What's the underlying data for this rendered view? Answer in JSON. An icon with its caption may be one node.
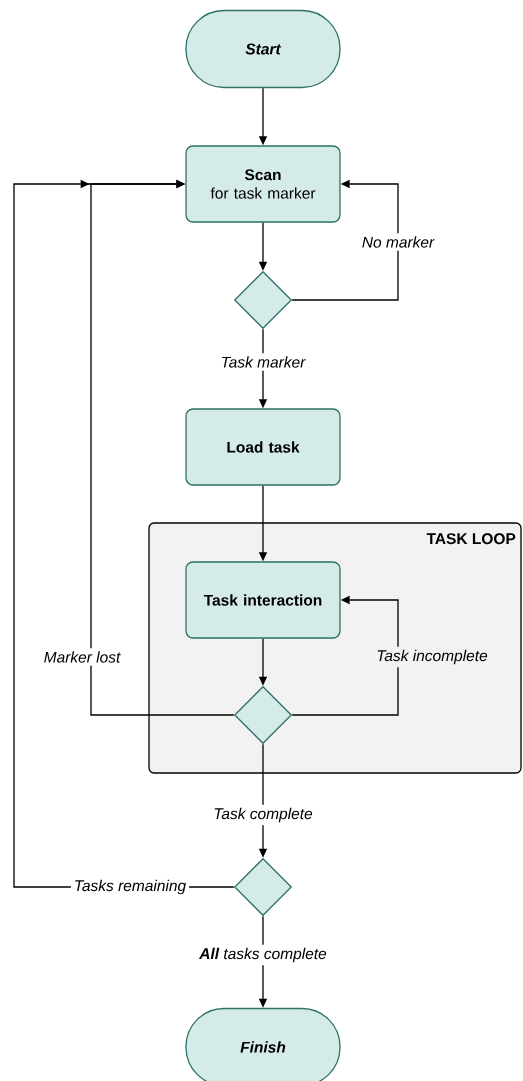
{
  "diagram": {
    "nodes": [
      {
        "text": [
          "Start"
        ]
      },
      {
        "text": [
          "Scan",
          "for task marker"
        ]
      },
      {
        "text": [],
        "shape": "diamond"
      },
      {
        "text": [
          "Load task"
        ]
      },
      {
        "text": [
          "TASK LOOP"
        ]
      },
      {
        "text": [
          "Task interaction"
        ],
        "in": 4
      },
      {
        "text": [],
        "shape": "diamond",
        "in": 4
      },
      {
        "text": [],
        "shape": "diamond"
      },
      {
        "text": [
          "Finish"
        ]
      }
    ],
    "edges": [
      {
        "from": 0,
        "to": 1,
        "arrow": "to"
      },
      {
        "from": 1,
        "to": 2,
        "arrow": "to"
      },
      {
        "from": 2,
        "to": 1,
        "arrow": "to",
        "label": "No marker"
      },
      {
        "from": 2,
        "to": 3,
        "arrow": "to",
        "label": "Task marker"
      },
      {
        "from": 3,
        "to": 5,
        "arrow": "to"
      },
      {
        "from": 5,
        "to": 6,
        "arrow": "to"
      },
      {
        "from": 6,
        "to": 5,
        "arrow": "to",
        "label": "Task incomplete"
      },
      {
        "from": 6,
        "to": 1,
        "arrow": "to",
        "label": "Marker lost"
      },
      {
        "from": 6,
        "to": 7,
        "arrow": "to",
        "label": "Task complete"
      },
      {
        "from": 7,
        "to": 1,
        "arrow": "to",
        "label": "Tasks remaining"
      },
      {
        "from": 7,
        "to": 8,
        "arrow": "to",
        "label": "**All** tasks complete"
      }
    ]
  }
}
